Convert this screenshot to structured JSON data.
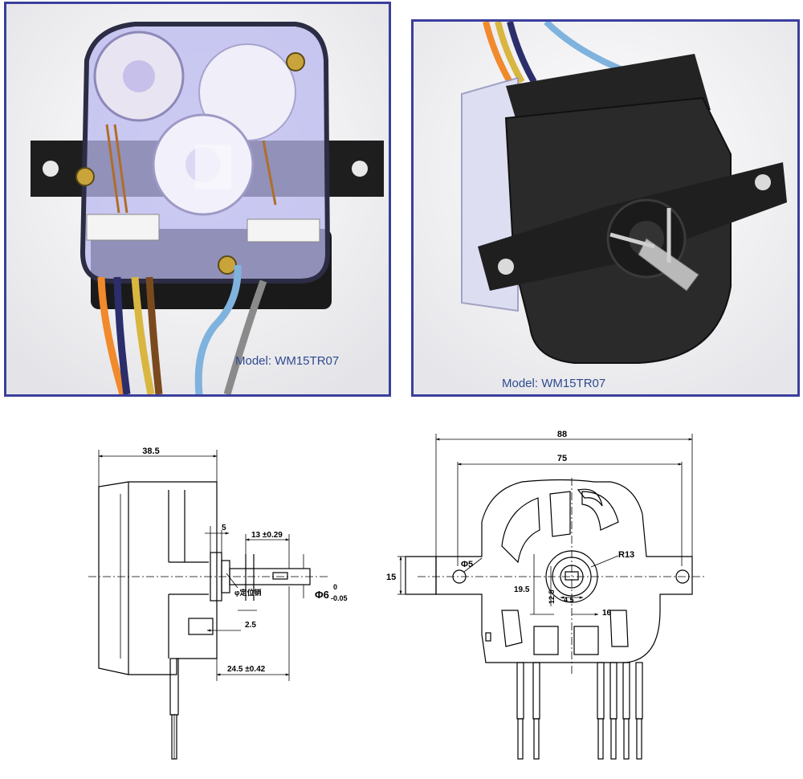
{
  "photos": {
    "left_caption": "Model: WM15TR07",
    "right_caption": "Model: WM15TR07"
  },
  "side_view": {
    "dim_overall_depth": "38.5",
    "dim_collar": "5",
    "dim_shaft_length": "13 ±0.29",
    "dim_pin": "2.5",
    "dim_body_to_shaft": "24.5 ±0.42",
    "dim_shaft_dia": "Φ6",
    "dim_shaft_tol_upper": "0",
    "dim_shaft_tol_lower": "-0.05",
    "note_pin": "φ定位销"
  },
  "front_view": {
    "dim_overall_width": "88",
    "dim_hole_spacing": "75",
    "dim_flange_height": "15",
    "dim_hole_dia": "Φ5",
    "dim_radius": "R13",
    "dim_vert_offset": "19.5",
    "dim_small_vert": "12.5",
    "dim_small_horiz": "4.5",
    "dim_horiz_offset": "16"
  },
  "colors": {
    "frame_border": "#3b3f9c",
    "caption_text": "#2f4a8f",
    "wire_orange": "#f08a2c",
    "wire_brown": "#7a4a1e",
    "wire_yellow": "#d8b640",
    "wire_blue": "#7fb3de",
    "wire_gray": "#8a8a8a",
    "wire_navy": "#2b2e6a"
  }
}
